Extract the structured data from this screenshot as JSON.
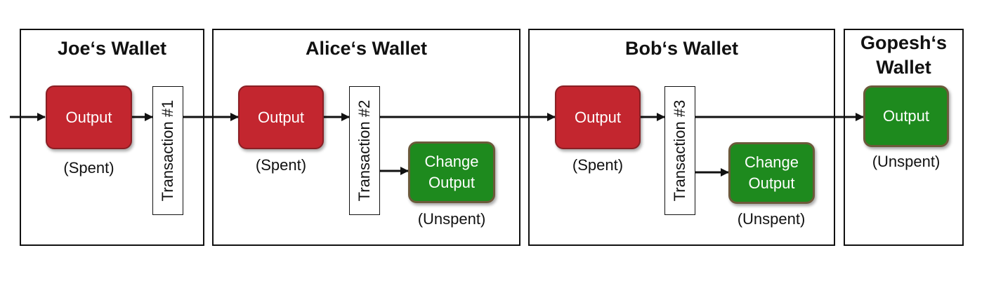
{
  "wallets": [
    {
      "title": "Joe‘s Wallet"
    },
    {
      "title": "Alice‘s Wallet"
    },
    {
      "title": "Bob‘s Wallet"
    },
    {
      "title_line1": "Gopesh‘s",
      "title_line2": "Wallet"
    }
  ],
  "outputs": {
    "joe": {
      "label": "Output",
      "status": "(Spent)"
    },
    "alice": {
      "label": "Output",
      "status": "(Spent)"
    },
    "alice_change": {
      "label_line1": "Change",
      "label_line2": "Output",
      "status": "(Unspent)"
    },
    "bob": {
      "label": "Output",
      "status": "(Spent)"
    },
    "bob_change": {
      "label_line1": "Change",
      "label_line2": "Output",
      "status": "(Unspent)"
    },
    "gopesh": {
      "label": "Output",
      "status": "(Unspent)"
    }
  },
  "transactions": [
    {
      "label": "Transaction #1"
    },
    {
      "label": "Transaction #2"
    },
    {
      "label": "Transaction #3"
    }
  ],
  "colors": {
    "spent": "#c3262f",
    "unspent": "#1e8a1e",
    "line": "#111111"
  }
}
